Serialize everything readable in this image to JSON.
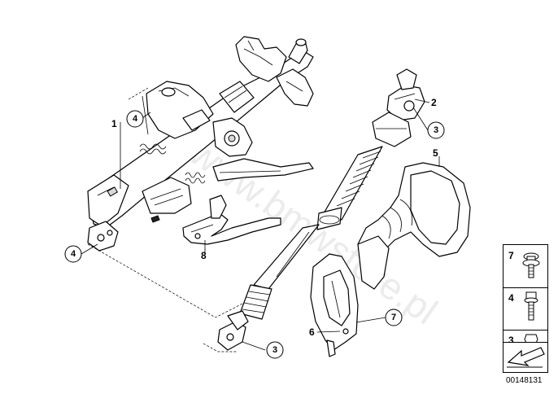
{
  "watermark": "www.bmwstore.pl",
  "callouts": {
    "plain": [
      "1",
      "2",
      "5",
      "6",
      "8"
    ],
    "circled": [
      "4",
      "3",
      "4",
      "3",
      "7"
    ]
  },
  "legend": [
    {
      "num": "7"
    },
    {
      "num": "4"
    },
    {
      "num": "3"
    }
  ],
  "diagram_id": "00148131"
}
